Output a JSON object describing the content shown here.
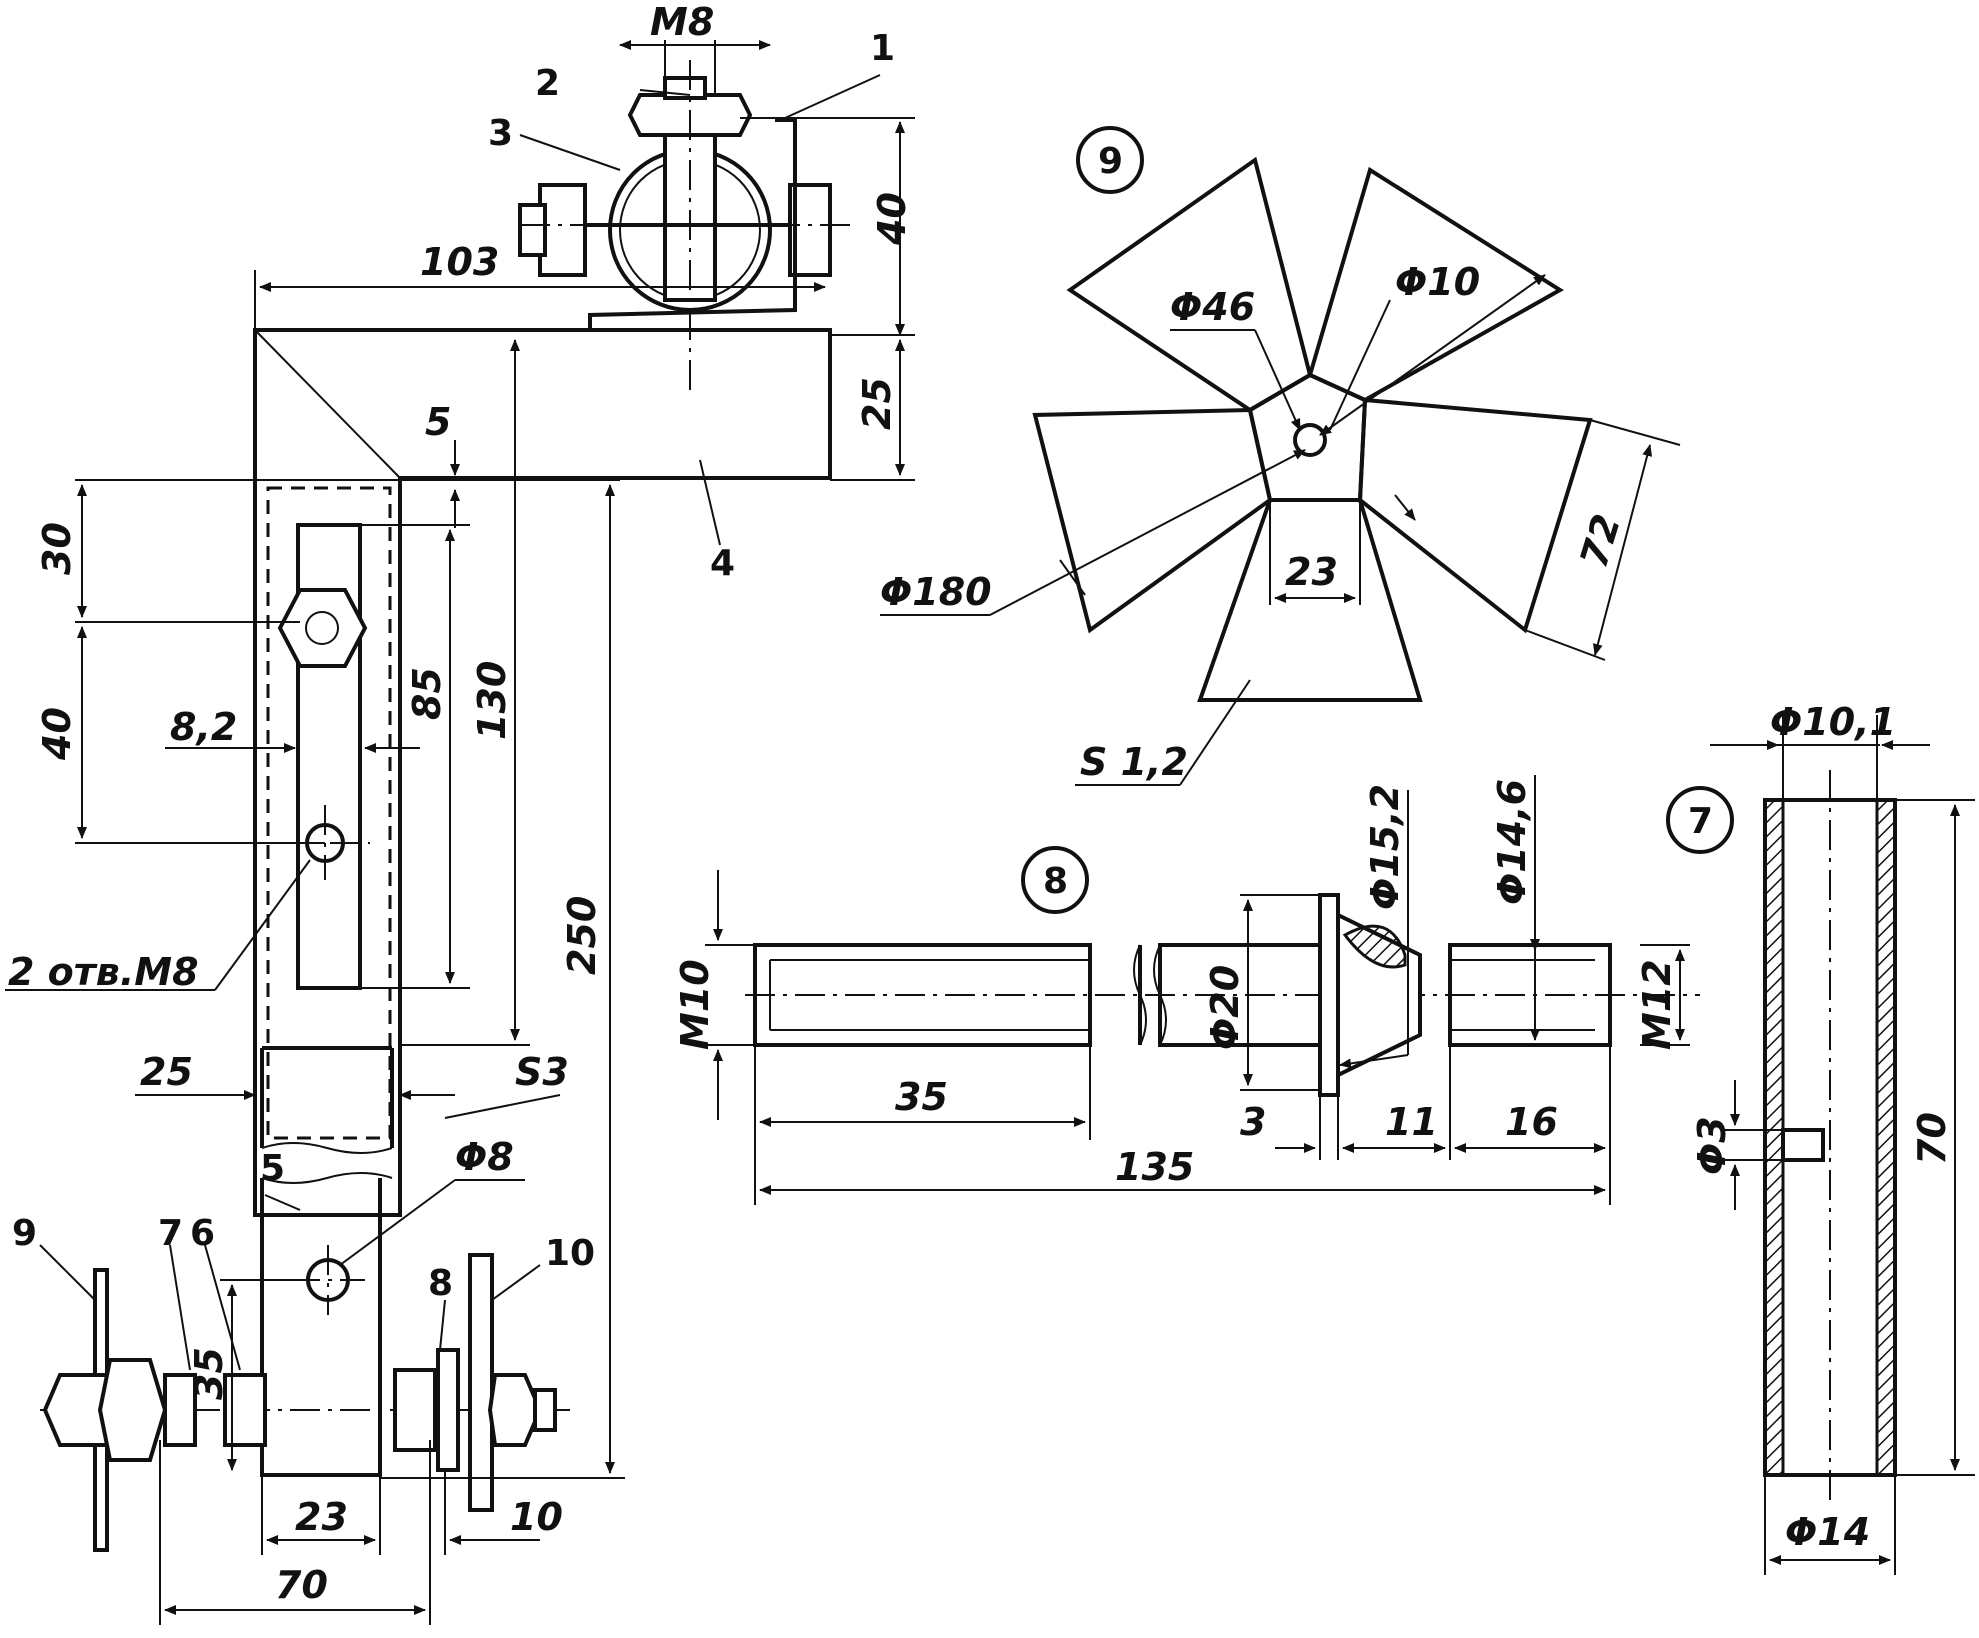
{
  "part_numbers": {
    "p1": "1",
    "p2": "2",
    "p3": "3",
    "p4": "4",
    "p5": "5",
    "p6": "6",
    "p7": "7",
    "p8": "8",
    "p9": "9",
    "p10": "10"
  },
  "detail_markers": {
    "d9": "9",
    "d8": "8",
    "d7": "7"
  },
  "bracket_dims": {
    "m8": "M8",
    "d40": "40",
    "d103": "103",
    "d25": "25",
    "d5": "5",
    "d30": "30",
    "d40b": "40",
    "d85": "85",
    "d130": "130",
    "d250": "250",
    "d8_2": "8,2",
    "holes": "2 отв.M8",
    "d25b": "25",
    "s3": "S3",
    "phi8": "Φ8",
    "d35": "35",
    "d23": "23",
    "d10": "10",
    "d70": "70"
  },
  "fan_dims": {
    "phi46": "Φ46",
    "phi10": "Φ10",
    "phi180": "Φ180",
    "d72": "72",
    "d23": "23",
    "s12": "S 1,2"
  },
  "axle_dims": {
    "m10": "M10",
    "d35": "35",
    "d135": "135",
    "phi20": "Φ20",
    "phi15_2": "Φ15,2",
    "phi14_6": "Φ14,6",
    "m12": "M12",
    "d3": "3",
    "d11": "11",
    "d16": "16"
  },
  "bushing_dims": {
    "phi10_1": "Φ10,1",
    "d70": "70",
    "phi3": "Φ3",
    "phi14": "Φ14"
  }
}
